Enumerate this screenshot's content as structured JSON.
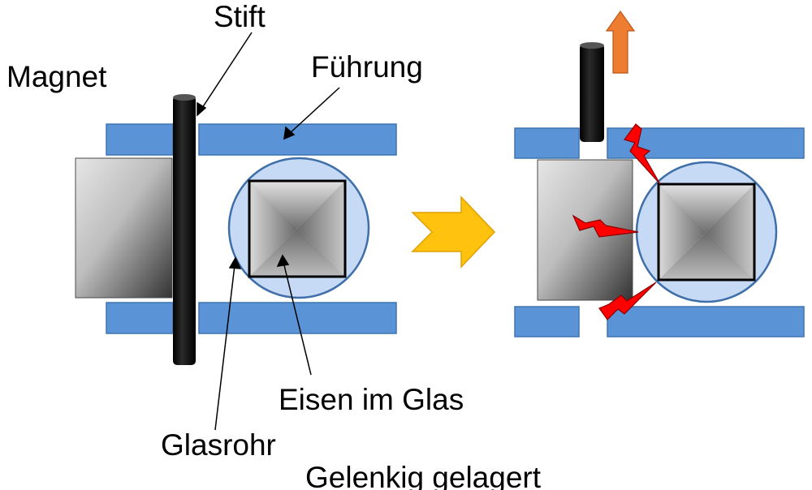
{
  "labels": {
    "stift": "Stift",
    "magnet": "Magnet",
    "fuehrung": "Führung",
    "eisen_im_glas": "Eisen im Glas",
    "glasrohr": "Glasrohr",
    "gelenkig_gelagert": "Gelenkig gelagert"
  },
  "colors": {
    "guide_fill": "#5a94d6",
    "guide_stroke": "#3f74b0",
    "glass_fill": "#c6daf6",
    "glass_stroke": "#3f6fa8",
    "pin": "#0a0a0a",
    "transition_arrow": "#ffc20e",
    "lift_arrow": "#ed7d31",
    "spark": "#ff0000"
  }
}
